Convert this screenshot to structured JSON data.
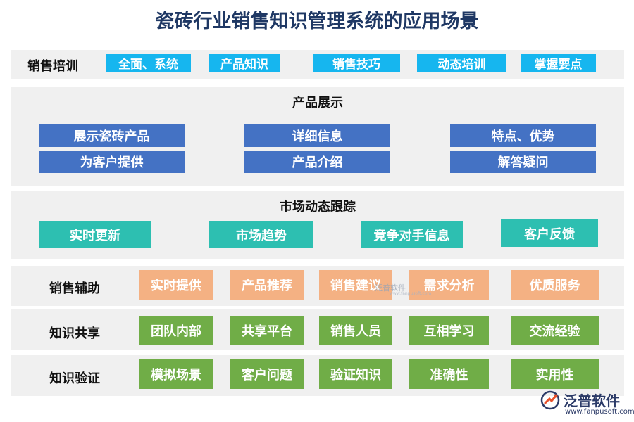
{
  "title": "瓷砖行业销售知识管理系统的应用场景",
  "sales_training": {
    "label": "销售培训",
    "items": [
      "全面、系统",
      "产品知识",
      "销售技巧",
      "动态培训",
      "掌握要点"
    ]
  },
  "product_display": {
    "title": "产品展示",
    "items": [
      "展示瓷砖产品",
      "详细信息",
      "特点、优势",
      "为客户提供",
      "产品介绍",
      "解答疑问"
    ]
  },
  "market_tracking": {
    "title": "市场动态跟踪",
    "items": [
      "实时更新",
      "市场趋势",
      "竞争对手信息",
      "客户反馈"
    ]
  },
  "sales_assist": {
    "label": "销售辅助",
    "items": [
      "实时提供",
      "产品推荐",
      "销售建议",
      "需求分析",
      "优质服务"
    ]
  },
  "knowledge_sharing": {
    "label": "知识共享",
    "items": [
      "团队内部",
      "共享平台",
      "销售人员",
      "互相学习",
      "交流经验"
    ]
  },
  "knowledge_verification": {
    "label": "知识验证",
    "items": [
      "模拟场景",
      "客户问题",
      "验证知识",
      "准确性",
      "实用性"
    ]
  },
  "watermark": {
    "name": "泛普软件",
    "sub": "www.fanpusoft.com"
  },
  "brand": {
    "name": "泛普软件",
    "url": "www.fanpusoft.com",
    "icon": "fanpu-logo-icon"
  },
  "colors": {
    "title": "#1f3864",
    "cyan": "#16b6ef",
    "blue": "#4472c4",
    "teal": "#2dbfb1",
    "orange": "#f4b183",
    "green": "#70ad47",
    "panel": "#f0f0f0"
  }
}
